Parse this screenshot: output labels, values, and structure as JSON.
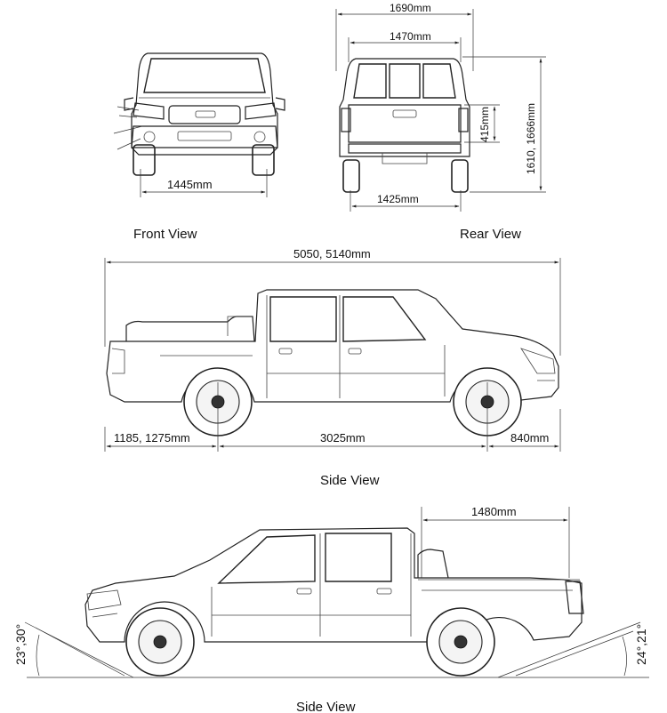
{
  "views": {
    "front": {
      "caption": "Front View",
      "track_width": "1445mm"
    },
    "rear": {
      "caption": "Rear View",
      "overall_width": "1690mm",
      "body_width": "1470mm",
      "track_width": "1425mm",
      "tailgate_height": "415mm",
      "overall_height": "1610, 1666mm"
    },
    "side_top": {
      "caption": "Side View",
      "overall_length": "5050, 5140mm",
      "rear_overhang": "1185, 1275mm",
      "wheelbase": "3025mm",
      "front_overhang": "840mm"
    },
    "side_bottom": {
      "caption": "Side View",
      "cargo_box_length": "1480mm",
      "approach_angle": "23°,30°",
      "departure_angle": "24°,21°"
    }
  }
}
